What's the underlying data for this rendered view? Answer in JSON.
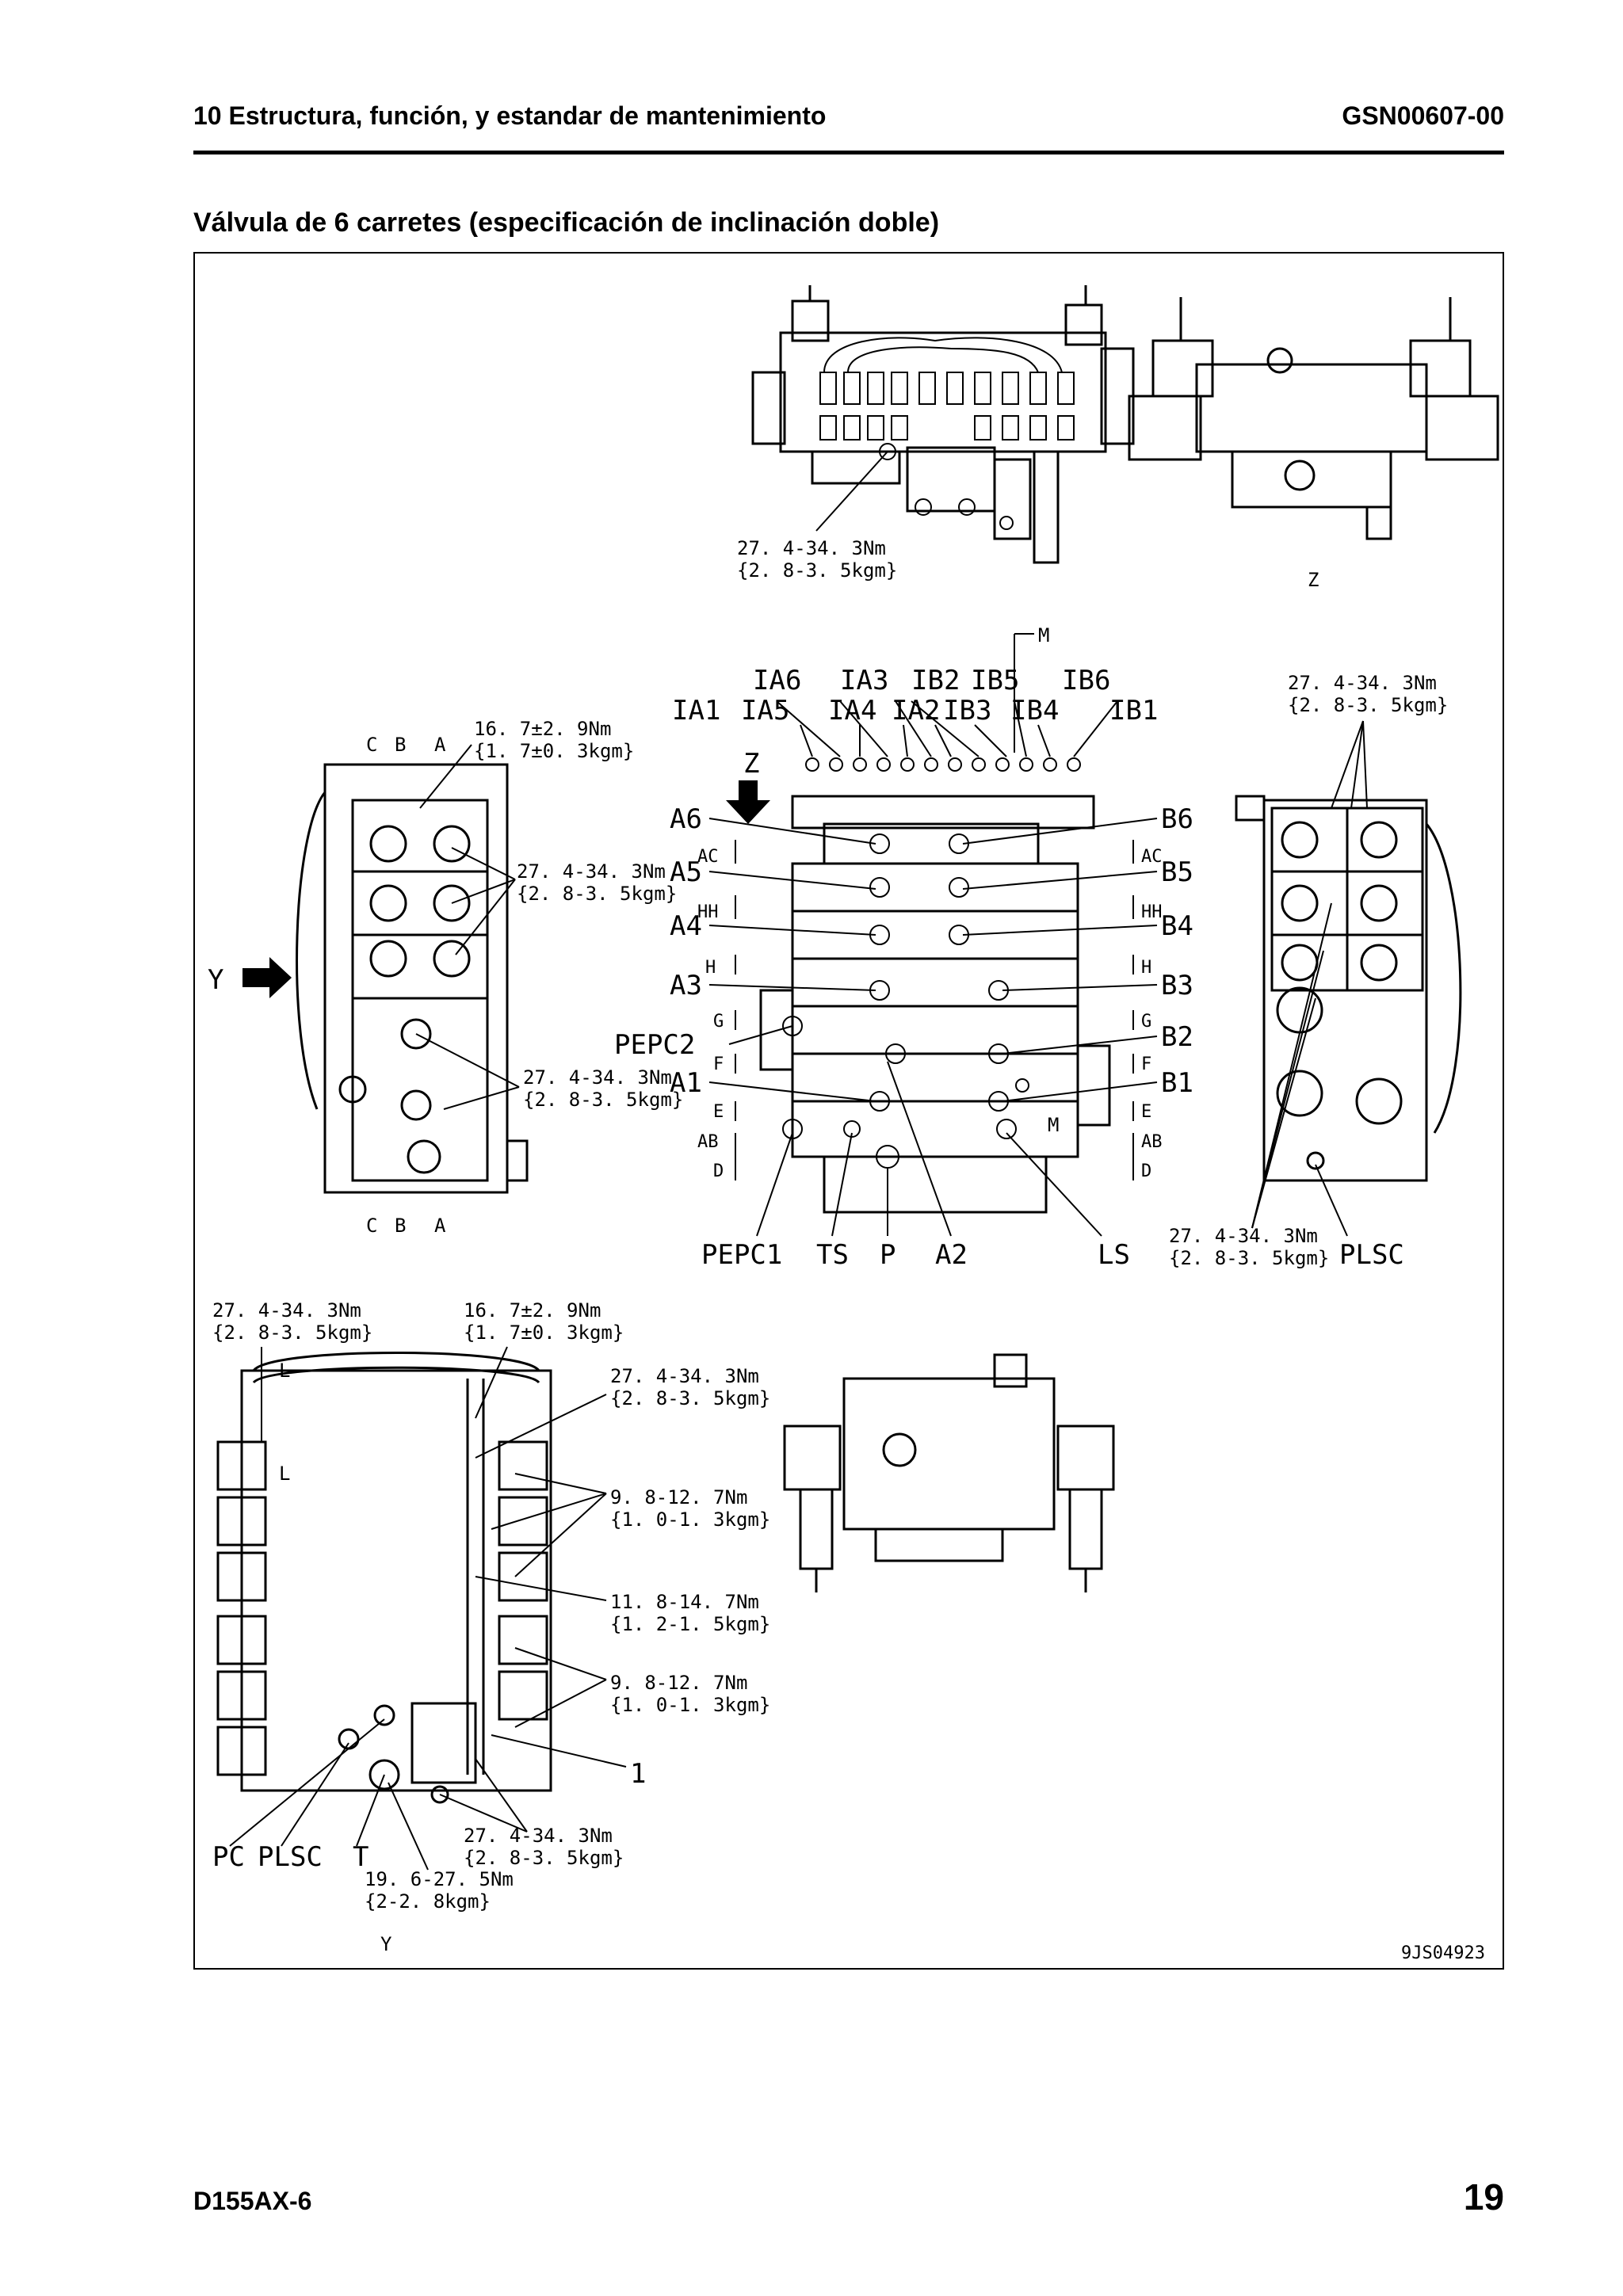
{
  "header": {
    "chapter": "10 Estructura, función, y estandar de mantenimiento",
    "doc_code": "GSN00607-00"
  },
  "section_title": "Válvula de 6 carretes (especificación de inclinación doble)",
  "figure": {
    "id": "9JS04923",
    "view_labels": {
      "z": "Z",
      "y": "Y"
    },
    "torques": {
      "t1_nm": "27. 4-34. 3Nm",
      "t1_kgm": "{2. 8-3. 5kgm}",
      "t2_nm": "16. 7±2. 9Nm",
      "t2_kgm": "{1. 7±0. 3kgm}",
      "t3_nm": "9. 8-12. 7Nm",
      "t3_kgm": "{1. 0-1. 3kgm}",
      "t4_nm": "11. 8-14. 7Nm",
      "t4_kgm": "{1. 2-1. 5kgm}",
      "t5_nm": "19. 6-27. 5Nm",
      "t5_kgm": "{2-2. 8kgm}"
    },
    "ports_top": {
      "ia6": "IA6",
      "ia3": "IA3",
      "ib2": "IB2",
      "ib5": "IB5",
      "ib6": "IB6",
      "ia1": "IA1",
      "ia5": "IA5",
      "ia4": "IA4",
      "ia2": "IA2",
      "ib3": "IB3",
      "ib4": "IB4",
      "ib1": "IB1",
      "m": "M"
    },
    "ports_left": [
      "A6",
      "A5",
      "A4",
      "A3",
      "PEPC2",
      "A1"
    ],
    "ports_right": [
      "B6",
      "B5",
      "B4",
      "B3",
      "B2",
      "B1"
    ],
    "ports_bottom": {
      "pepc1": "PEPC1",
      "ts": "TS",
      "p": "P",
      "a2": "A2",
      "ls": "LS",
      "plsc": "PLSC"
    },
    "sections_left": [
      "AC",
      "HH",
      "H",
      "G",
      "F",
      "E",
      "AB",
      "D"
    ],
    "sections_right": [
      "AC",
      "HH",
      "H",
      "G",
      "F",
      "E",
      "AB",
      "D"
    ],
    "side_marks": {
      "c": "C",
      "b": "B",
      "a": "A",
      "l": "L"
    },
    "bottom_ports": {
      "pc": "PC",
      "plsc": "PLSC",
      "t": "T",
      "one": "1"
    }
  },
  "footer": {
    "model": "D155AX-6",
    "page": "19"
  }
}
